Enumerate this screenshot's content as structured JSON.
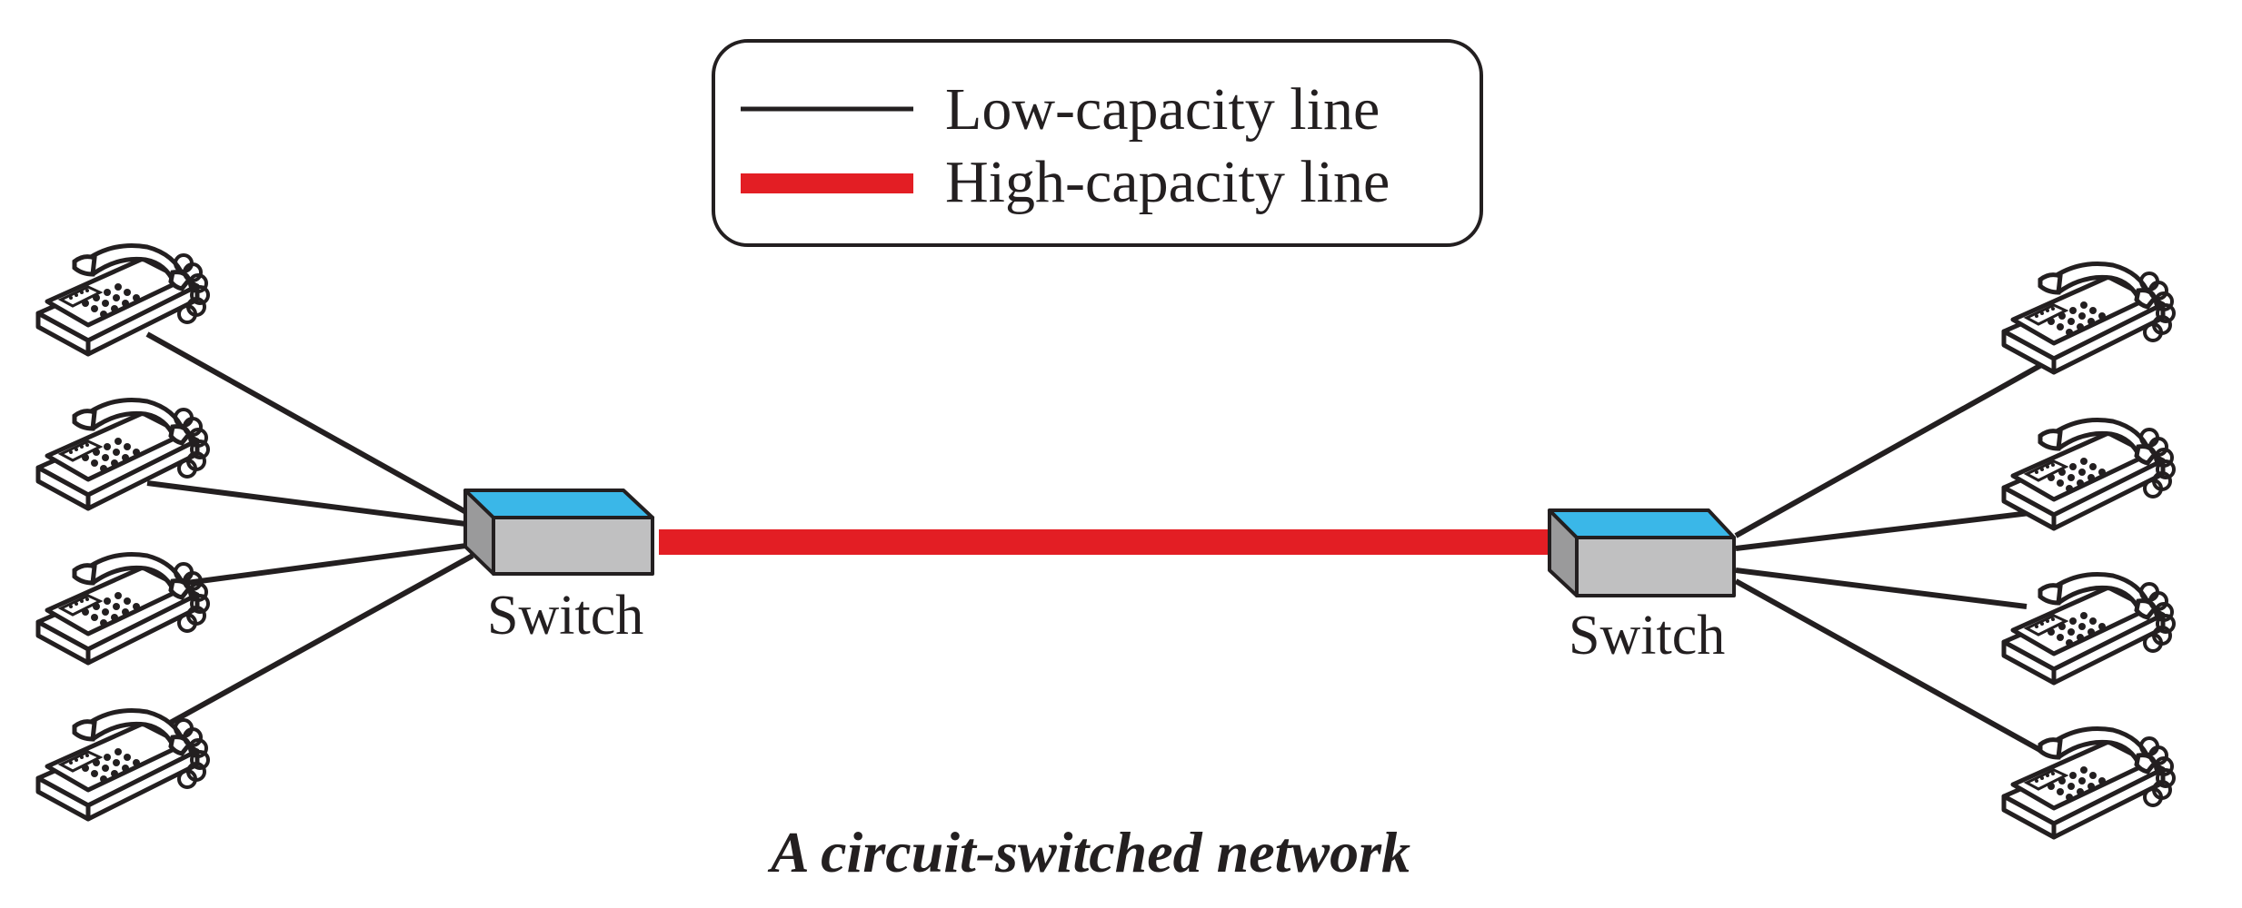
{
  "legend": {
    "low_label": "Low-capacity line",
    "high_label": "High-capacity line"
  },
  "switches": {
    "left_label": "Switch",
    "right_label": "Switch"
  },
  "caption": "A circuit-switched network",
  "colors": {
    "low_line": "#231f20",
    "high_line": "#e31e24",
    "switch_top": "#3ab7e8",
    "switch_body": "#c0c0c1",
    "switch_side": "#9a9a9b",
    "phone_outline": "#231f20",
    "phone_fill": "#ffffff"
  },
  "icons": {
    "phone": "telephone-icon",
    "switch": "switch-icon"
  },
  "phones": {
    "left_count": 4,
    "right_count": 4
  }
}
